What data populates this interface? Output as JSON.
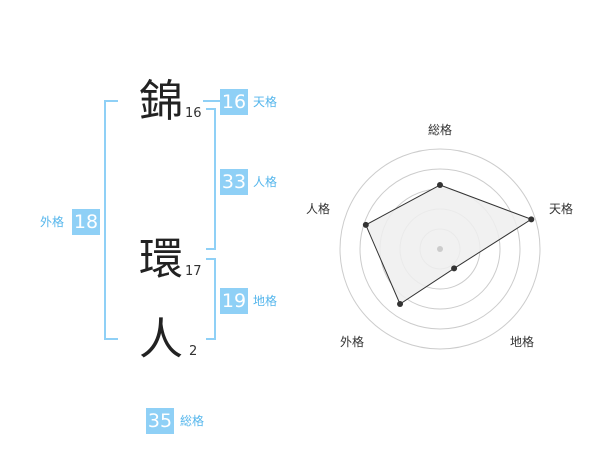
{
  "name_chars": [
    {
      "char": "錦",
      "strokes": "16"
    },
    {
      "char": "環",
      "strokes": "17"
    },
    {
      "char": "人",
      "strokes": "2"
    }
  ],
  "fortunes": {
    "tenkaku": {
      "value": "16",
      "label": "天格"
    },
    "jinkaku": {
      "value": "33",
      "label": "人格"
    },
    "chikaku": {
      "value": "19",
      "label": "地格"
    },
    "gaikaku": {
      "value": "18",
      "label": "外格"
    },
    "soukaku": {
      "value": "35",
      "label": "総格"
    }
  },
  "chart_data": {
    "type": "radar",
    "axes": [
      "総格",
      "天格",
      "地格",
      "外格",
      "人格"
    ],
    "values": [
      3.2,
      4.8,
      1.2,
      3.4,
      3.9
    ],
    "rmax": 5,
    "rings": 5,
    "colors": {
      "fill": "#eeeeee",
      "ring": "#cccccc",
      "line": "#333333",
      "point": "#333333",
      "center": "#cccccc"
    }
  }
}
